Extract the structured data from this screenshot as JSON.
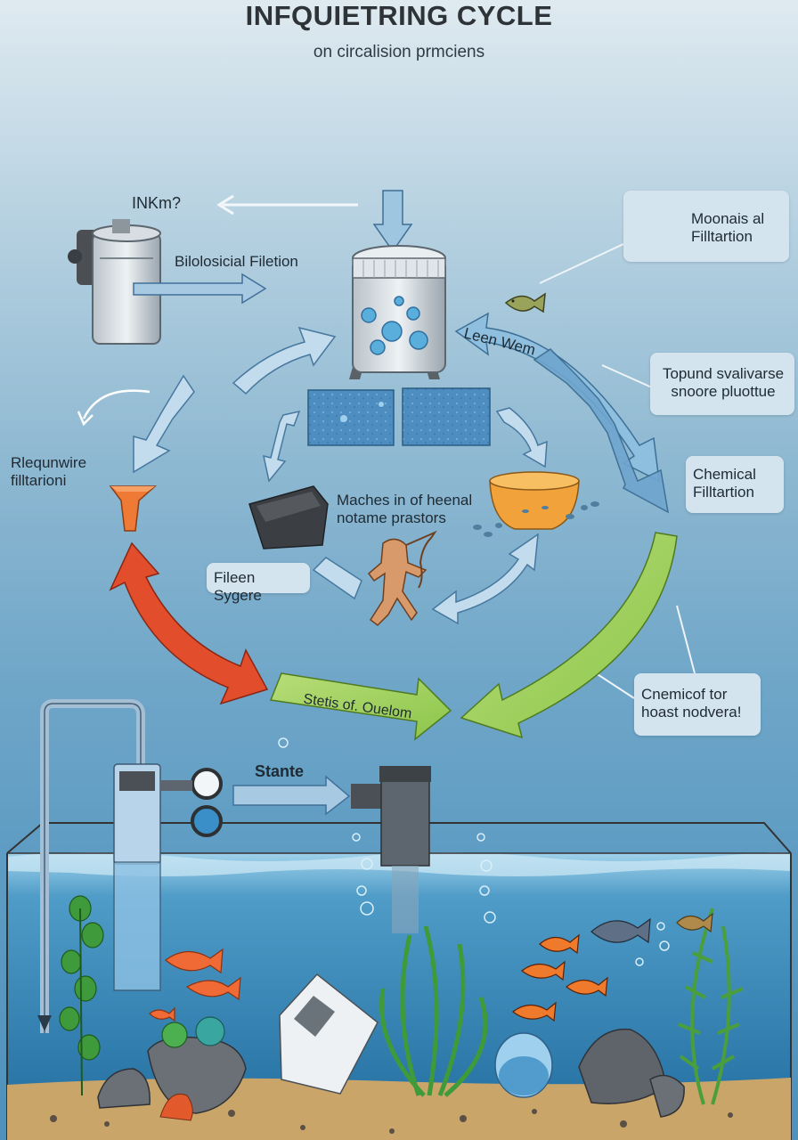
{
  "header": {
    "title": "INFQUIETRING CYCLE",
    "subtitle": "on circalision prmciens"
  },
  "labels": {
    "inkm": "INKm?",
    "biological": "Bilolosicial Filetion",
    "requnwire_line1": "Rlequnwire",
    "requnwire_line2": "filltarioni",
    "leen_wem": "Leen Wem",
    "maches_line1": "Maches in of heenal",
    "maches_line2": "notame prastors",
    "fileen_sygere": "Fileen Sygere",
    "stetis": "Stetis of. Ouelom",
    "stante": "Stante"
  },
  "callouts": {
    "moonais_line1": "Moonais al",
    "moonais_line2": "Filltartion",
    "topund_line1": "Topund svalivarse",
    "topund_line2": "snoore pluottue",
    "chemical_line1": "Chemical",
    "chemical_line2": "Filltartion",
    "cnemicof_line1": "Cnemicof tor",
    "cnemicof_line2": "hoast nodvera!"
  },
  "colors": {
    "cycle_arrow_light": "#c3dced",
    "cycle_arrow_mid": "#8fbfde",
    "return_arrow": "#e24e2c",
    "green_arrow": "#9fd055",
    "water": "#3f88b8",
    "sand": "#c9a56a"
  },
  "icons": [
    "water-drop-icon",
    "fish-icon",
    "filter-canister-icon",
    "sponge-icon",
    "pump-icon"
  ]
}
